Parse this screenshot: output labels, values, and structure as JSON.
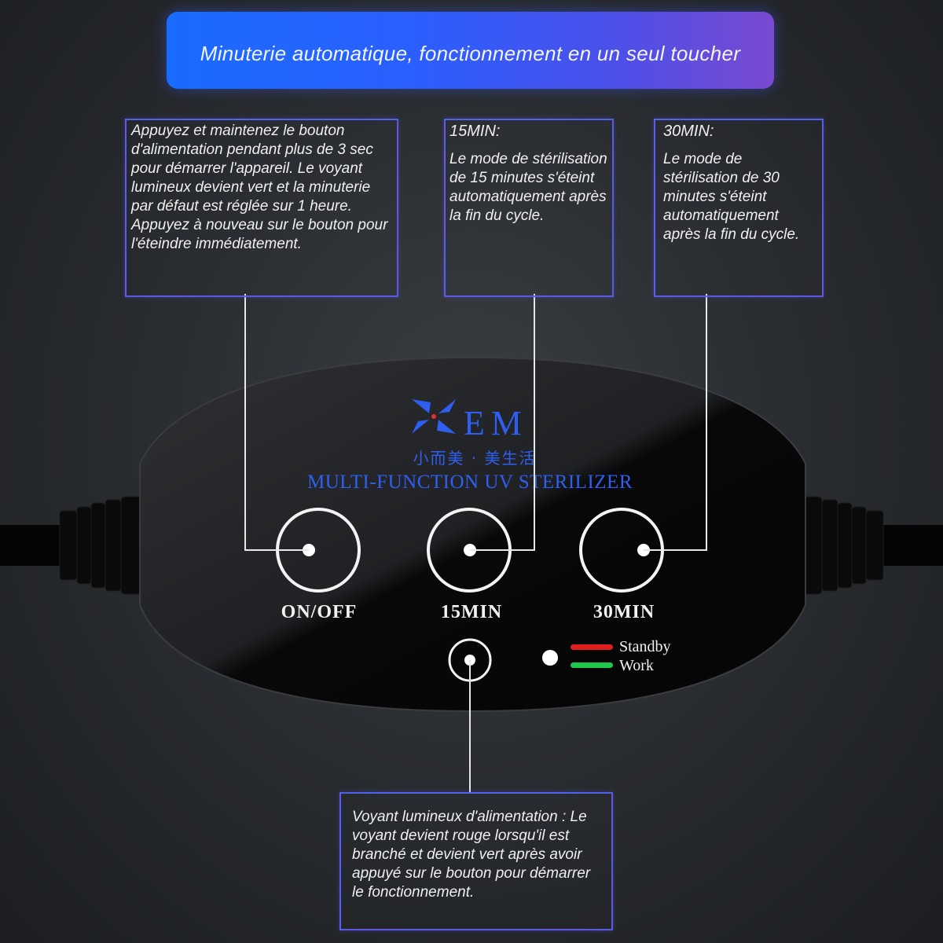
{
  "banner": {
    "text": "Minuterie automatique, fonctionnement en un seul toucher"
  },
  "callouts": {
    "power": {
      "text": "Appuyez et maintenez le bouton d'alimentation pendant plus de 3 sec pour démarrer l'appareil. Le voyant lumineux devient vert et la minuterie par défaut est réglée sur 1 heure. Appuyez à nouveau sur le bouton pour l'éteindre immédiatement."
    },
    "min15": {
      "heading": "15MIN:",
      "text": "Le mode de stérilisation de 15 minutes s'éteint automatiquement après la fin du cycle."
    },
    "min30": {
      "heading": "30MIN:",
      "text": "Le mode de stérilisation de 30 minutes s'éteint automatiquement après la fin du cycle."
    },
    "led": {
      "text": "Voyant lumineux d'alimentation : Le voyant devient rouge lorsqu'il est branché et devient vert après avoir appuyé sur le bouton pour démarrer le fonctionnement."
    }
  },
  "device": {
    "brand": "EM",
    "brand_sub": "小而美 · 美生活",
    "model": "MULTI-FUNCTION UV STERILIZER",
    "buttons": [
      {
        "label": "ON/OFF",
        "icon": "power-button-icon"
      },
      {
        "label": "15MIN",
        "icon": "timer-15-button-icon"
      },
      {
        "label": "30MIN",
        "icon": "timer-30-button-icon"
      }
    ],
    "legend": [
      {
        "label": "Standby",
        "color": "#e01e1e"
      },
      {
        "label": "Work",
        "color": "#1ec64a"
      }
    ],
    "brand_color": "#2f5ff0"
  }
}
